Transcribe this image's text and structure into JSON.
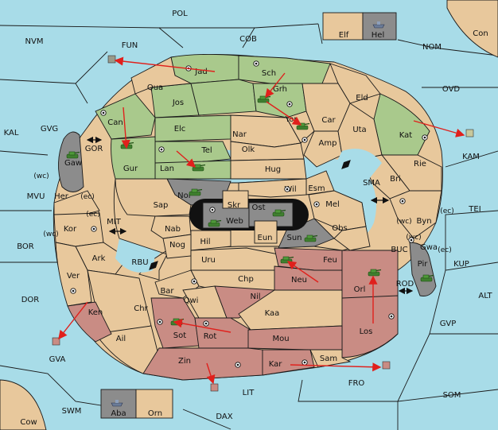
{
  "regions": {
    "sea": [
      "POL",
      "NVM",
      "FUN",
      "COB",
      "NOM",
      "OVD",
      "KAL",
      "GVG",
      "MVU",
      "BOR",
      "DOR",
      "GVA",
      "SWM",
      "DAX",
      "LIT",
      "FRO",
      "SOM",
      "GVP",
      "ALT",
      "KUP",
      "TEI",
      "KAM",
      "RBU",
      "MIT",
      "SMA",
      "BUC",
      "ROD",
      "GOR"
    ],
    "home": [
      "Elf",
      "Hel",
      "Con",
      "Cow",
      "Aba",
      "Orn"
    ],
    "land": [
      "Jad",
      "Sch",
      "Qua",
      "Jos",
      "Grh",
      "Yor",
      "Car",
      "Eld",
      "Can",
      "Elc",
      "Nar",
      "Amp",
      "Uta",
      "Kat",
      "Olk",
      "Tel",
      "Lan",
      "Gur",
      "Gaw",
      "Hug",
      "Rie",
      "Bri",
      "Wil",
      "Esm",
      "Her",
      "Sap",
      "Nor",
      "Skr",
      "Ost",
      "Mel",
      "Kor",
      "Nab",
      "Web",
      "Hil",
      "Eun",
      "Sun",
      "Obs",
      "Byn",
      "Gwa",
      "Pir",
      "Nog",
      "Uru",
      "Feu",
      "Ark",
      "Neu",
      "Chp",
      "Orl",
      "Ver",
      "Bar",
      "Qwi",
      "Nil",
      "Ken",
      "Chr",
      "Kaa",
      "Sot",
      "Rot",
      "Los",
      "Ail",
      "Mou",
      "Zin",
      "Kar",
      "Sam"
    ]
  },
  "coast_marks": [
    "(wc)",
    "(ec)",
    "(ec)",
    "(wc)",
    "(wc)",
    "(ec)",
    "(ec)",
    "(wc)"
  ],
  "colors": {
    "sea": "#a8dce8",
    "land": "#e8c89c",
    "green": "#a9c98c",
    "red": "#c98c84",
    "gray": "#8c8c8c",
    "arrow": "#e0201c"
  },
  "icons": [
    "army-tank-icon",
    "fleet-ship-icon",
    "supply-center-icon",
    "move-arrow-icon",
    "convoy-route-icon"
  ]
}
